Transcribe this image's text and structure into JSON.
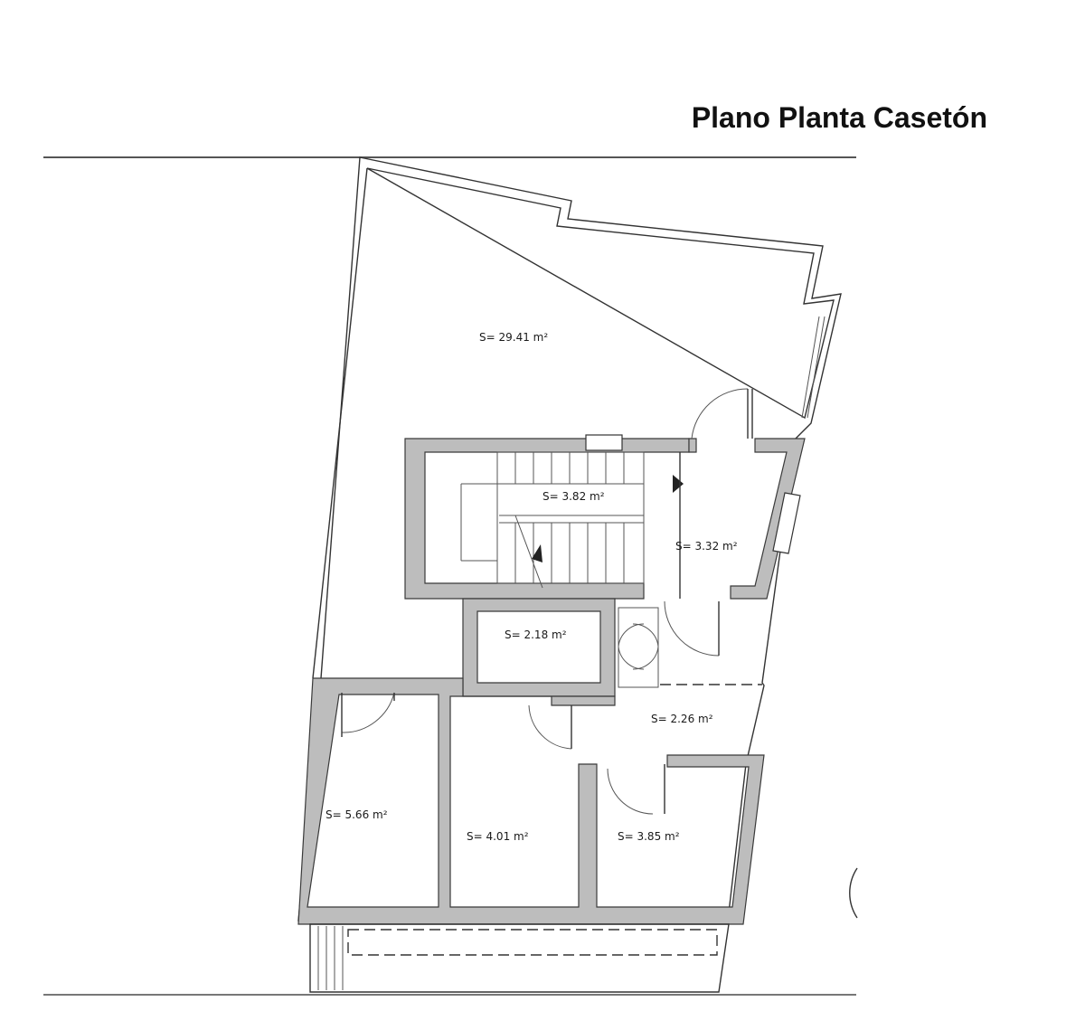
{
  "title": "Plano Planta Casetón",
  "rooms": [
    {
      "label": "S= 29.41 m²"
    },
    {
      "label": "S= 3.82 m²"
    },
    {
      "label": "S= 3.32 m²"
    },
    {
      "label": "S= 2.18 m²"
    },
    {
      "label": "S= 2.26 m²"
    },
    {
      "label": "S= 5.66 m²"
    },
    {
      "label": "S= 4.01 m²"
    },
    {
      "label": "S= 3.85 m²"
    }
  ],
  "colors": {
    "wall": "#bdbdbd",
    "line": "#333333",
    "background": "#ffffff"
  }
}
